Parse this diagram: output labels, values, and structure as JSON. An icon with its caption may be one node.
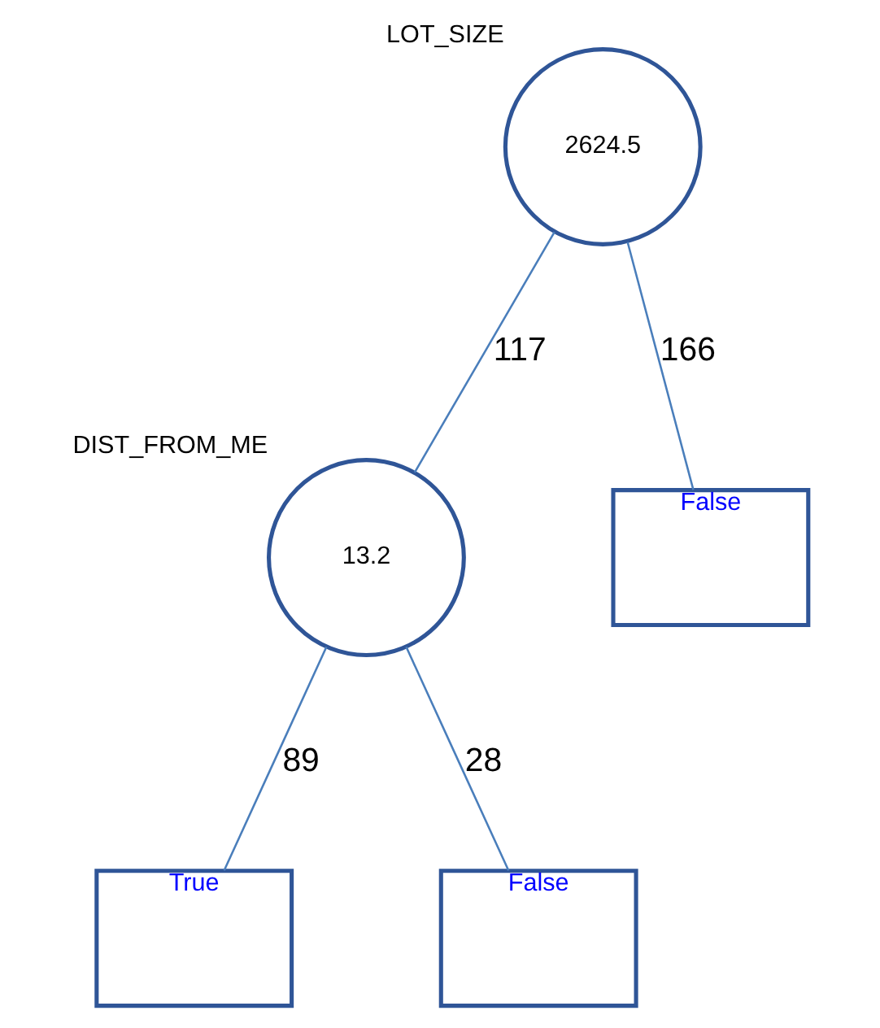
{
  "diagram": {
    "nodes": [
      {
        "text": [
          "2624.5"
        ],
        "beside": [
          "LOT_SIZE"
        ]
      },
      {
        "text": [
          "13.2"
        ],
        "beside": [
          "DIST_FROM_ME"
        ]
      },
      {
        "text": [
          "False"
        ]
      },
      {
        "text": [
          "True"
        ]
      },
      {
        "text": [
          "False"
        ]
      }
    ],
    "edges": [
      {
        "from": 0,
        "to": 1,
        "arrow": "none",
        "label": "117"
      },
      {
        "from": 0,
        "to": 2,
        "arrow": "none",
        "label": "166"
      },
      {
        "from": 1,
        "to": 3,
        "arrow": "none",
        "label": "89"
      },
      {
        "from": 1,
        "to": 4,
        "arrow": "none",
        "label": "28"
      }
    ]
  }
}
